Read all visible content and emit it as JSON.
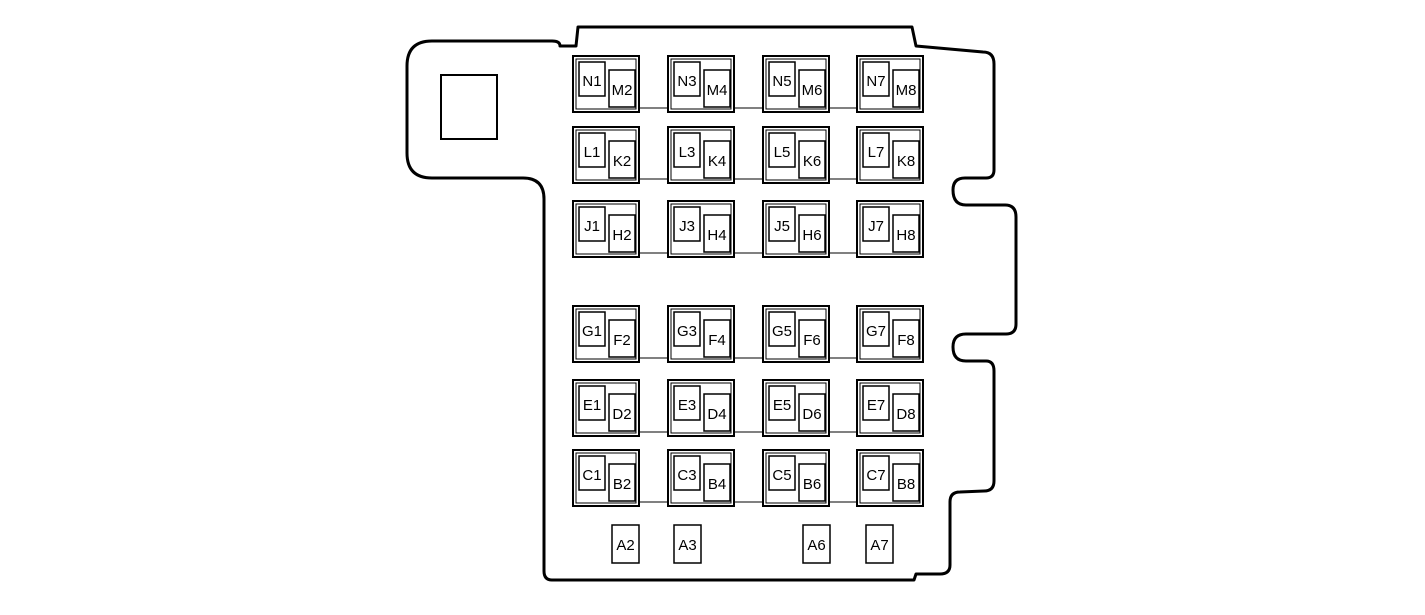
{
  "diagram": {
    "colors": {
      "stroke": "#000000",
      "fill": "#ffffff"
    },
    "component_rows": [
      [
        "N1",
        "M2",
        "N3",
        "M4",
        "N5",
        "M6",
        "N7",
        "M8"
      ],
      [
        "L1",
        "K2",
        "L3",
        "K4",
        "L5",
        "K6",
        "L7",
        "K8"
      ],
      [
        "J1",
        "H2",
        "J3",
        "H4",
        "J5",
        "H6",
        "J7",
        "H8"
      ],
      [
        "G1",
        "F2",
        "G3",
        "F4",
        "G5",
        "F6",
        "G7",
        "F8"
      ],
      [
        "E1",
        "D2",
        "E3",
        "D4",
        "E5",
        "D6",
        "E7",
        "D8"
      ],
      [
        "C1",
        "B2",
        "C3",
        "B4",
        "C5",
        "B6",
        "C7",
        "B8"
      ]
    ],
    "single_cells": [
      "A2",
      "A3",
      "A6",
      "A7"
    ]
  }
}
